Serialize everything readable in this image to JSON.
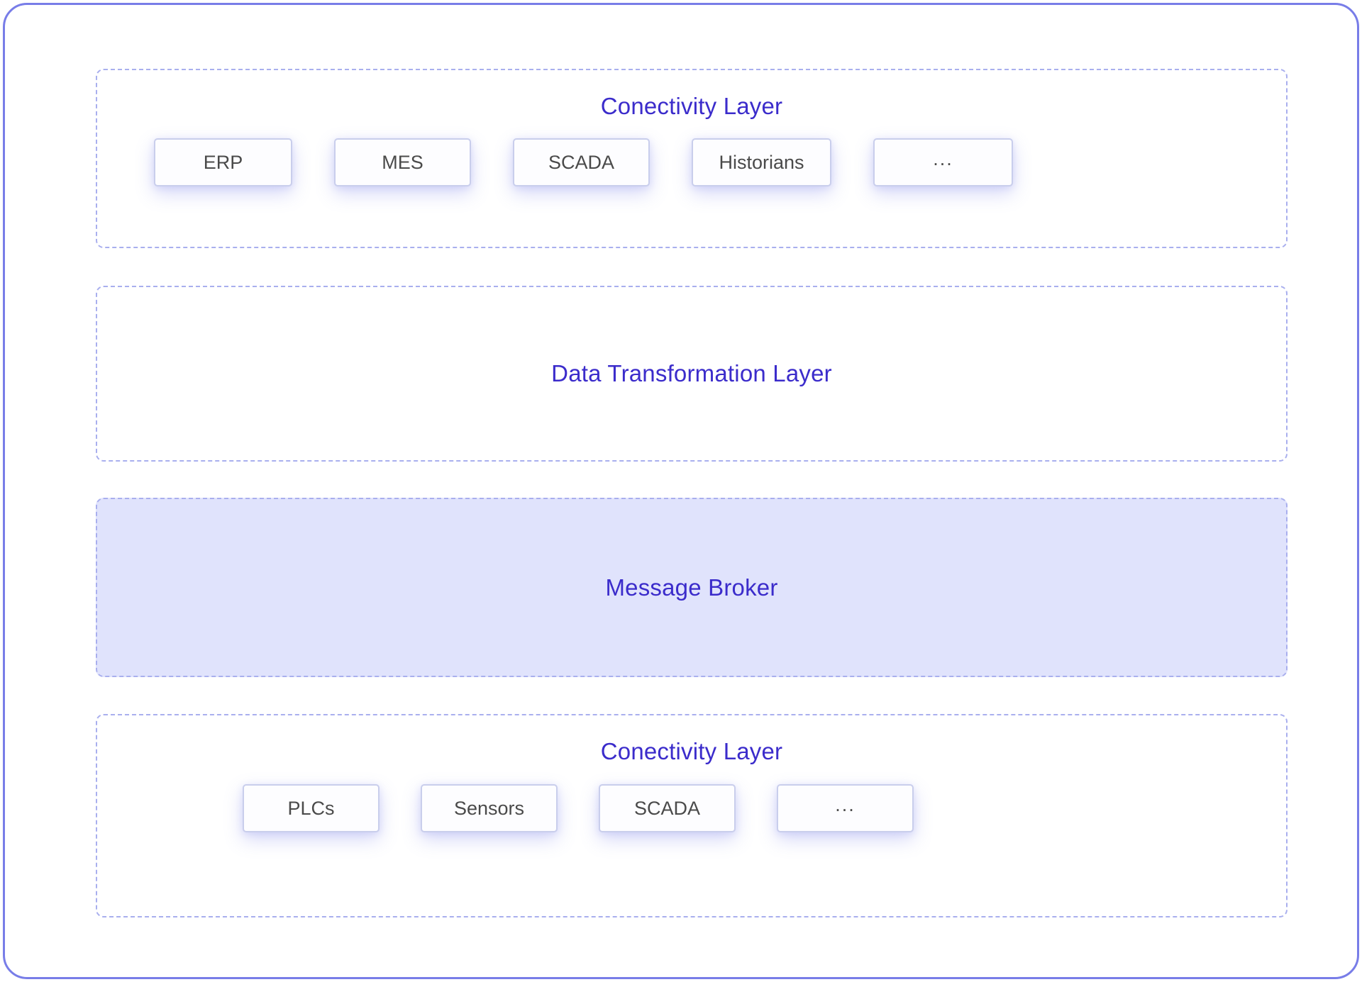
{
  "diagram": {
    "frame": {
      "border_color": "#787DE8",
      "background": "#FFFFFF"
    },
    "accent_color": "#3B2CCB",
    "dashed_border_color": "#A9AFEE",
    "node_text_color": "#4A4A4A",
    "broker_fill": "#E0E3FC",
    "layers": [
      {
        "id": "connectivity-top",
        "title": "Conectivity Layer",
        "style": "dashed",
        "nodes": [
          {
            "label": "ERP"
          },
          {
            "label": "MES"
          },
          {
            "label": "SCADA"
          },
          {
            "label": "Historians"
          },
          {
            "label": "..."
          }
        ]
      },
      {
        "id": "data-transformation",
        "title": "Data Transformation Layer",
        "style": "dashed",
        "nodes": []
      },
      {
        "id": "message-broker",
        "title": "Message Broker",
        "style": "dashed-filled",
        "nodes": []
      },
      {
        "id": "connectivity-bottom",
        "title": "Conectivity Layer",
        "style": "dashed",
        "nodes": [
          {
            "label": "PLCs"
          },
          {
            "label": "Sensors"
          },
          {
            "label": "SCADA"
          },
          {
            "label": "..."
          }
        ]
      }
    ]
  }
}
